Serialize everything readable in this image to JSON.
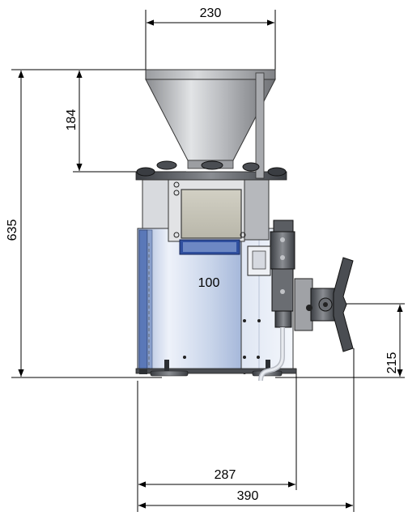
{
  "dimensions": {
    "top_width": "230",
    "hopper_height": "184",
    "total_height": "635",
    "inner_width": "100",
    "outlet_height": "215",
    "base_width": "287",
    "total_width": "390"
  },
  "colors": {
    "dimension_line": "#000000",
    "hopper_light": "#d4d6d8",
    "hopper_dark": "#7a7c80",
    "body_light": "#e6ecf6",
    "body_dark": "#a8b8d8",
    "blue_strip": "#5a78b8",
    "frame_dark": "#404448",
    "window_fill": "#c8c6b8",
    "window_frame_blue": "#3050a0"
  }
}
